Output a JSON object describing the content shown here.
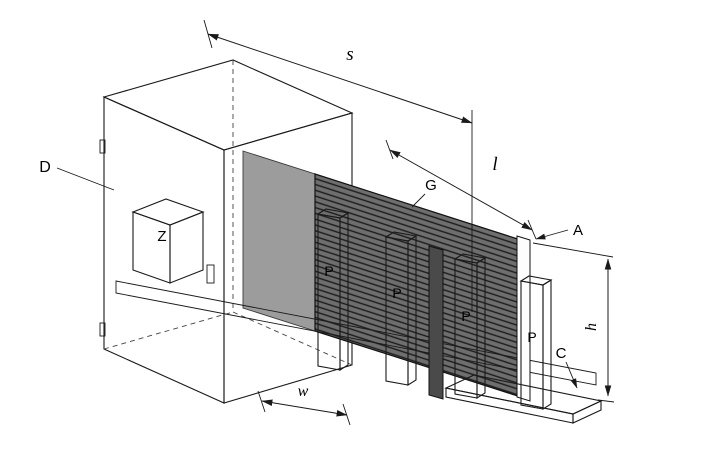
{
  "figure": {
    "background": "#ffffff",
    "labels": {
      "housing": "D",
      "inner_box": "Z",
      "grid_panel": "G",
      "posts": [
        "P",
        "P",
        "P",
        "P"
      ],
      "end_profile": "A",
      "base_plate": "C"
    },
    "dimensions": {
      "span": "s",
      "panel_length": "l",
      "housing_depth": "w",
      "height": "h"
    },
    "colors": {
      "line": "#1a1a1a",
      "cabinet_top": "#f7f7f7",
      "cabinet_front": "#efefef",
      "cabinet_side": "#e6e6e6",
      "inner_slab": "#9c9c9c",
      "panel_fill": "#6e6e6e",
      "panel_hatch": "#1c1c1c",
      "post_fill": "#ffffff",
      "dark_stile": "#4a4a4a",
      "rail_fill": "#fbfbfb"
    }
  }
}
